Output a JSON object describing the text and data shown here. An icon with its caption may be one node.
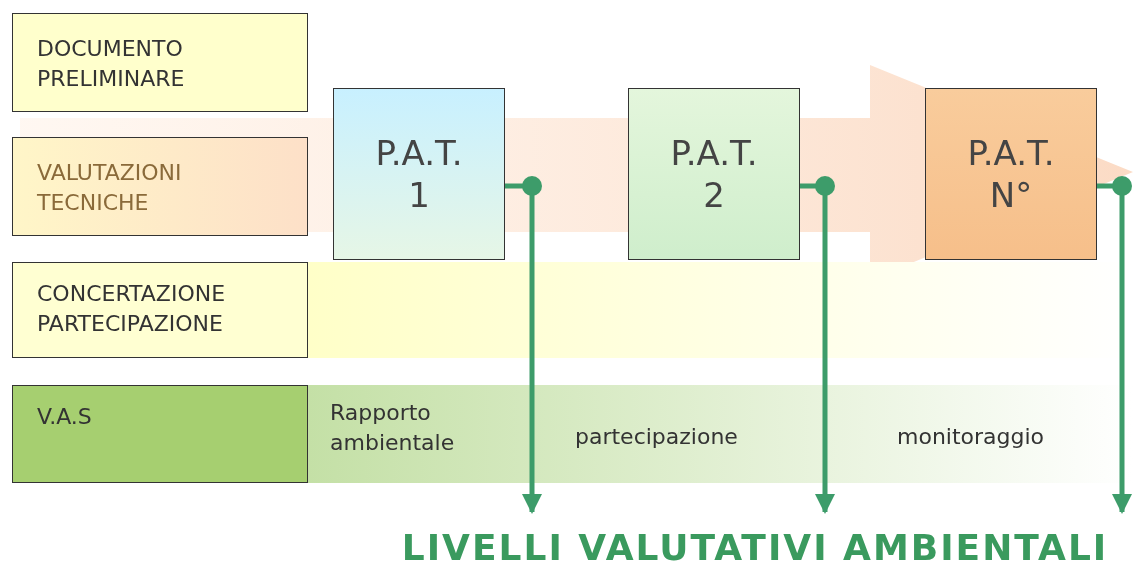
{
  "diagram": {
    "nodes": [
      {
        "text": [
          "DOCUMENTO PRELIMINARE"
        ]
      },
      {
        "text": [
          "VALUTAZIONI TECNICHE"
        ]
      },
      {
        "text": [
          "CONCERTAZIONE PARTECIPAZIONE"
        ]
      },
      {
        "text": [
          "V.A.S"
        ]
      },
      {
        "text": [
          "P.A.T. 1"
        ]
      },
      {
        "text": [
          "P.A.T. 2"
        ]
      },
      {
        "text": [
          "P.A.T. N°"
        ]
      },
      {
        "text": [
          "LIVELLI VALUTATIVI AMBIENTALI"
        ]
      }
    ],
    "edges": [
      {
        "from": 4,
        "to": 7,
        "arrow": "to"
      },
      {
        "from": 5,
        "to": 7,
        "arrow": "to"
      },
      {
        "from": 6,
        "to": 7,
        "arrow": "to"
      }
    ],
    "labels": [
      "Rapporto ambientale",
      "partecipazione",
      "monitoraggio"
    ]
  }
}
